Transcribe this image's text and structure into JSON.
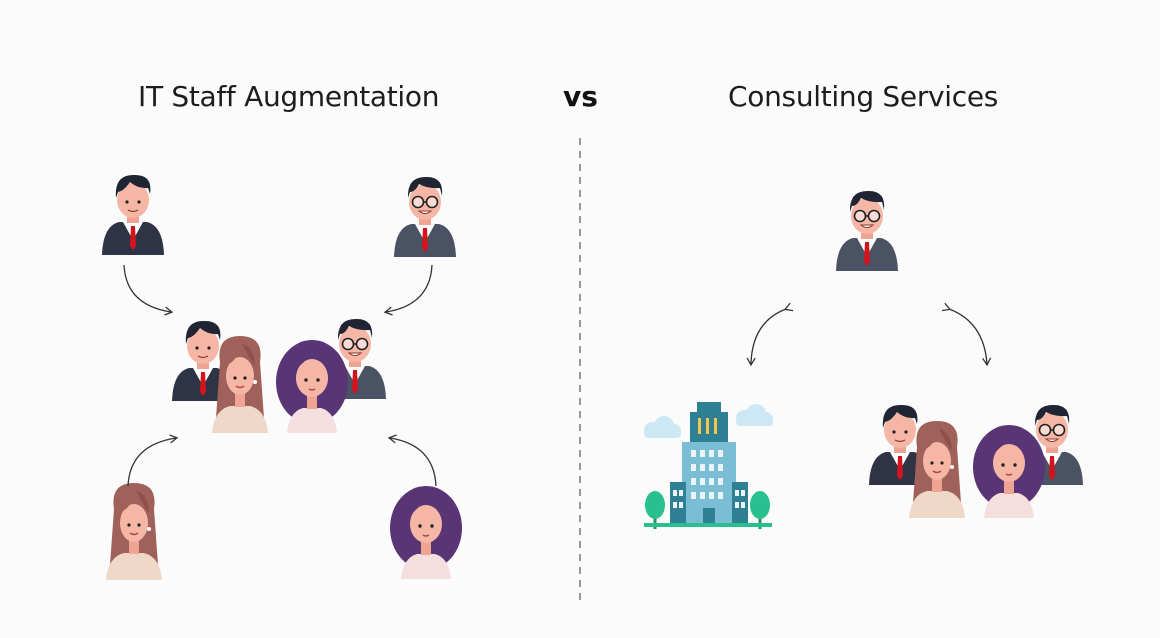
{
  "titles": {
    "left": "IT Staff Augmentation",
    "vs": "vs",
    "right": "Consulting Services"
  },
  "colors": {
    "suit": "#2e3446",
    "suit_gray": "#4a5263",
    "tie": "#d4141c",
    "skin": "#f6b6a6",
    "hair_dark": "#1f2533",
    "hair_brown": "#a0615a",
    "hair_purple": "#5a3575",
    "building": "#7bbdd3",
    "building_dark": "#2f7f95",
    "tree": "#27c08e",
    "cloud": "#cde8f5",
    "arrow": "#333333"
  }
}
